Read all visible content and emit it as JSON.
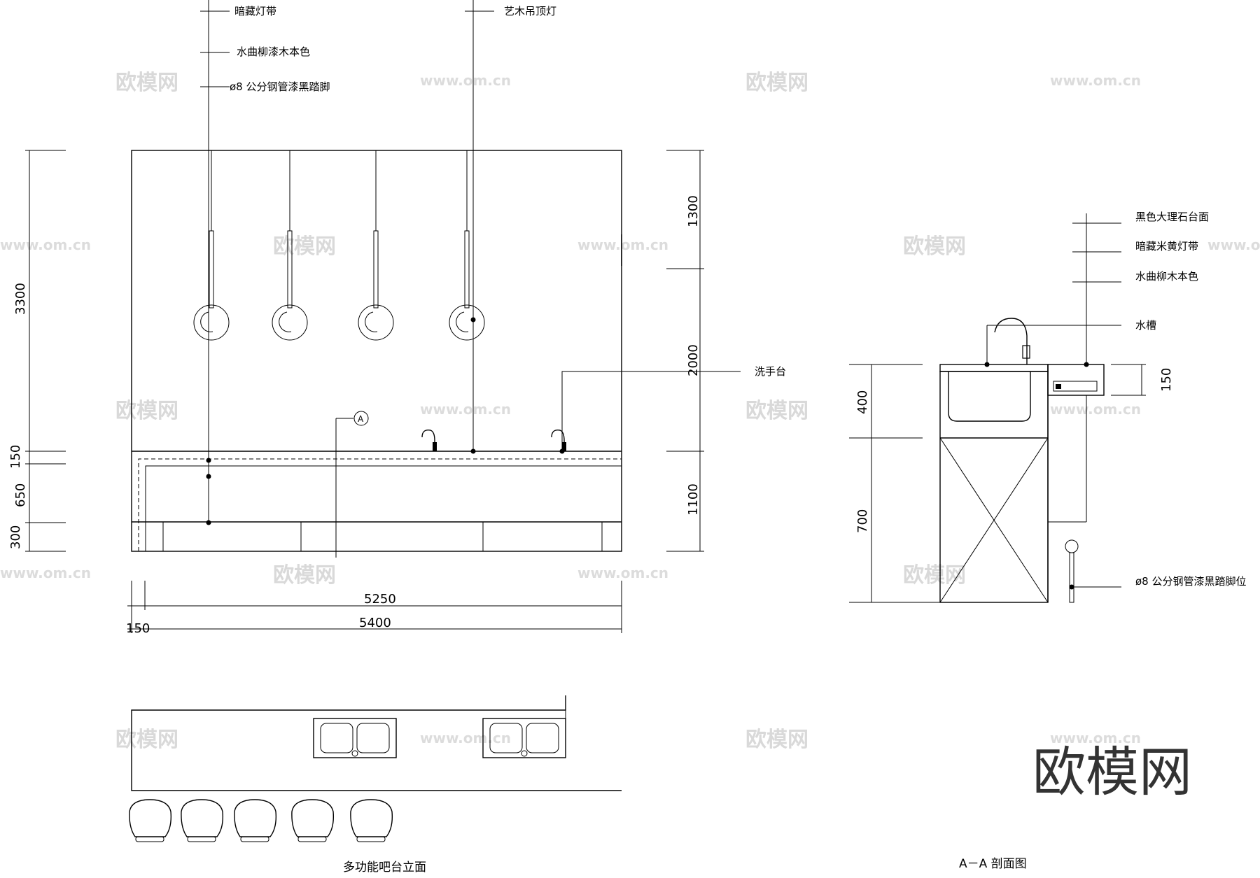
{
  "elevation": {
    "labels": {
      "hidden_strip": "暗藏灯带",
      "willow_paint": "水曲柳漆木本色",
      "steel_pipe": "ø8 公分钢管漆黑踏脚",
      "pendant": "艺木吊顶灯",
      "washbasin": "洗手台",
      "section_marker": "A"
    },
    "dims_left": [
      "3300",
      "150",
      "650",
      "300"
    ],
    "dims_right": [
      "1300",
      "2000",
      "1100"
    ],
    "dims_bottom": [
      "5250",
      "5400",
      "150"
    ],
    "title": "多功能吧台立面"
  },
  "section": {
    "labels": {
      "marble": "黑色大理石台面",
      "strip": "暗藏米黄灯带",
      "willow": "水曲柳木本色",
      "sink": "水槽",
      "pipe": "ø8 公分钢管漆黑踏脚位"
    },
    "dims_left": [
      "400",
      "700"
    ],
    "dims_right": [
      "150"
    ],
    "title": "A－A 剖面图"
  },
  "watermark": {
    "logo": "欧模网",
    "url": "www.om.cn"
  }
}
